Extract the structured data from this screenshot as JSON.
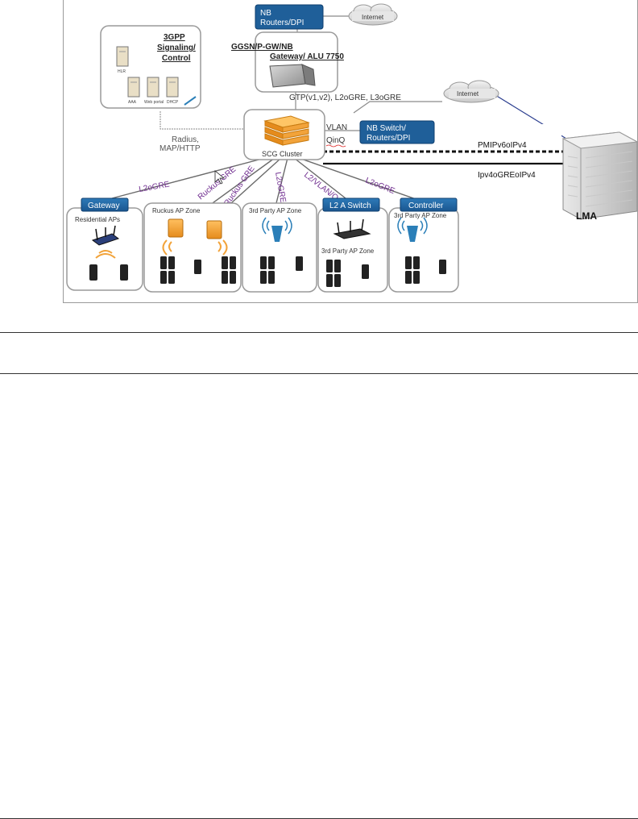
{
  "diagram": {
    "nodes": {
      "nb_routers": "NB Routers/DPI",
      "internet_top": "Internet",
      "internet_right": "Internet",
      "gateway_core": "GGSN/P-GW/NB Gateway/ ALU 7750",
      "signaling": "3GPP Signaling/ Control",
      "server_hlr": "HLR",
      "server_aaa": "AAA",
      "server_portal": "Web portal",
      "server_dhcp": "DHCP",
      "scg": "SCG Cluster",
      "nb_switch": "NB Switch/ Routers/DPI",
      "lma": "LMA"
    },
    "links": {
      "gtp": "GTP(v1,v2), L2oGRE, L3oGRE",
      "radius": "Radius, MAP/HTTP",
      "vlan": "VLAN QinQ",
      "pmip": "PMIPv6oIPv4",
      "ipv4gre": "Ipv4oGREoIPv4",
      "l2ogre_gw": "L2oGRE",
      "ruckus_gre_1": "Ruckus GRE",
      "ruckus_gre_2": "Ruckus GRE",
      "l2ogre_3rd": "L2oGRE",
      "l2vlan": "L2/VLAN/Q",
      "l2ogre_ctrl": "L2oGRE"
    },
    "zones": {
      "gateway": {
        "tab": "Gateway",
        "caption": "Residential APs"
      },
      "ruckus": {
        "caption": "Ruckus AP Zone"
      },
      "third_party": {
        "caption": "3rd Party AP Zone"
      },
      "l2switch": {
        "tab": "L2 A Switch",
        "caption": "3rd Party AP Zone"
      },
      "controller": {
        "tab": "Controller",
        "caption": "3rd Party AP Zone"
      }
    }
  },
  "colors": {
    "blue_box": "#1f5f99",
    "purple_label": "#6f2c8f",
    "orange_ap": "#f2a33a",
    "line_gray": "#7a7a7a"
  }
}
